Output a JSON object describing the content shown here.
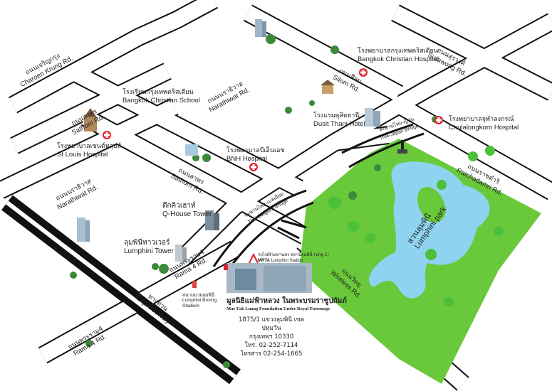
{
  "colors": {
    "road_fill": "#ffffff",
    "road_edge": "#111111",
    "park": "#66cc33",
    "water": "#8fd3f0",
    "hospital_cross": "#e8202a"
  },
  "roads": {
    "charoen_krung": {
      "th": "ถนนเจริญกรุง",
      "en": "Charoen Krung Rd."
    },
    "surawong": {
      "th": "ถนนสุรวงศ์",
      "en": "Surawong Rd."
    },
    "silom": {
      "th": "ถนนสีลม",
      "en": "Silom Rd."
    },
    "narathiwat_top": {
      "th": "ถนนนราธิวาส",
      "en": "Narathiwat Rd."
    },
    "sathorn_top": {
      "th": "ถนนสาทร",
      "en": "Sathorn Rd."
    },
    "sathorn_mid": {
      "th": "ถนนสาทร",
      "en": "Sathorn Rd."
    },
    "narathiwat_left": {
      "th": "ถนนนราธิวาส",
      "en": "Narathiwat Rd."
    },
    "ratchadamri": {
      "th": "ถนนราชดำริ",
      "en": "Ratchadamri Rd."
    },
    "wireless": {
      "th": "ถนนวิทยุ",
      "en": "Wireless Rd."
    },
    "rama4_mid": {
      "th": "ถนนพระราม4",
      "en": "Rama 4 Rd."
    },
    "rama4_bottom": {
      "th": "ถนนพระราม4",
      "en": "Rama 4 Rd."
    },
    "expressway": {
      "th": "ทางด่วน",
      "en": "Expressway"
    },
    "sathorn_bridge": {
      "th": "สะพานไทย-เบลเยี่ยม",
      "en": "Thai-Belgium Bridge"
    },
    "silom_bridge": {
      "th": "สะพานไทย-ญี่ปุ่น",
      "en": "Thai-Japan Bridge"
    }
  },
  "places": {
    "bangkok_christian_hospital": {
      "th": "โรงพยาบาลกรุงเทพคริสเตียน",
      "en": "Bangkok Christian Hospital"
    },
    "bangkok_christian_school": {
      "th": "โรงเรียนกรุงเทพคริสเตียน",
      "en": "Bangkok Christian School"
    },
    "dusit_thani": {
      "th": "โรงแรมดุสิตธานี",
      "en": "Dusit Thani Hotel"
    },
    "chulalongkorn_hospital": {
      "th": "โรงพยาบาลจุฬาลงกรณ์",
      "en": "Chulalongkorn Hospital"
    },
    "st_louis_hospital": {
      "th": "โรงพยาบาลเซนต์หลุยส์",
      "en": "St Louis Hospital"
    },
    "bnh_hospital": {
      "th": "โรงพยาบาลบีเอ็นเอช",
      "en": "BNH Hospital"
    },
    "q_house": {
      "th": "ตึกคิวเฮาท์",
      "en": "Q-House Tower"
    },
    "lumphini_tower": {
      "th": "ลุมพินีทาวเวอร์",
      "en": "Lumphini Tower"
    },
    "lumphini_park": {
      "th": "สวนลุมพินี",
      "en": "Lumphini park"
    },
    "mrta": {
      "th": "รถไฟฟ้ามหานคร",
      "sub": "สถานีลุมพินี (ปกฐ.1)",
      "en": "MRTA",
      "station": "Lumphini Station"
    },
    "boxing_stadium": {
      "th": "สนามมวยลุมพินี",
      "en1": "Lumphini Boxing",
      "en2": "Stadium"
    }
  },
  "foundation": {
    "name_th": "มูลนิธิแม่ฟ้าหลวง ในพระบรมราชูปถัมภ์",
    "name_en": "Mae Fah Luang Foundation Under Royal Patronage",
    "address1": "1875/1 แขวงลุมพินี เขตปทุมวัน",
    "address2": "กรุงเทพฯ 10330",
    "phone": "โทร. 02-252-7114",
    "fax": "โทรสาร 02-254-1665"
  }
}
